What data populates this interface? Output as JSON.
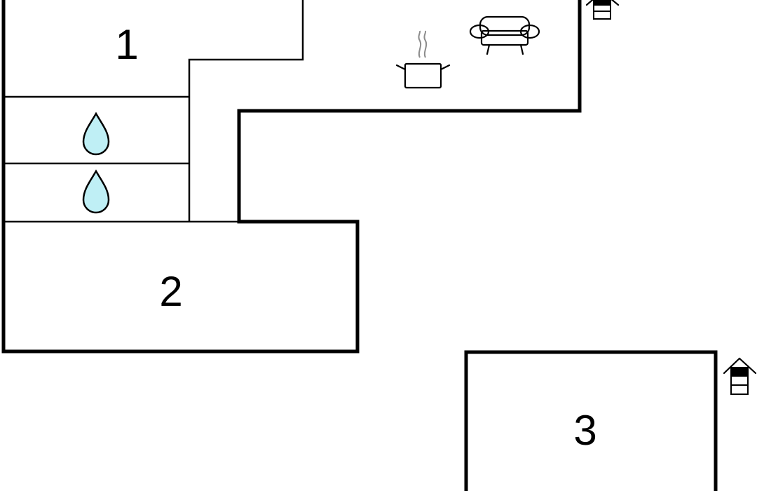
{
  "rooms": {
    "room_1": {
      "label": "1"
    },
    "room_2": {
      "label": "2"
    },
    "room_3": {
      "label": "3"
    }
  },
  "icons": {
    "bathroom_1": "water-drop-icon",
    "bathroom_2": "water-drop-icon",
    "kitchen": "cooking-pot-icon",
    "living_room": "sofa-icon",
    "stairs_upper": "stairs-icon",
    "stairs_lower": "stairs-icon"
  },
  "colors": {
    "wall": "#000000",
    "water_drop_fill": "#bfeff5",
    "steam": "#8c8c8c",
    "background": "#ffffff"
  }
}
